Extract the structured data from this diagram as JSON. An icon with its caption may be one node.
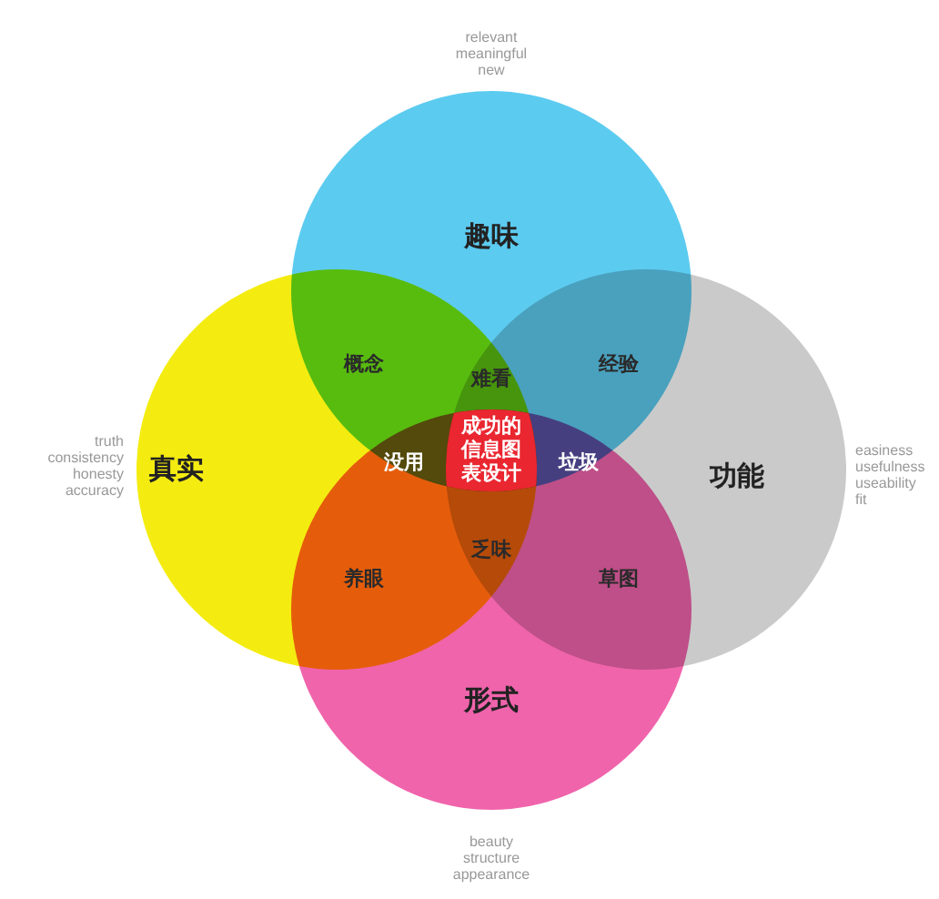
{
  "diagram": {
    "nodes": [
      {
        "text": [
          "趣味"
        ],
        "beside": [
          "relevant",
          "meaningful",
          "new"
        ]
      },
      {
        "text": [
          "真实"
        ],
        "beside": [
          "truth",
          "consistency",
          "honesty",
          "accuracy"
        ]
      },
      {
        "text": [
          "功能"
        ],
        "beside": [
          "easiness",
          "usefulness",
          "useability",
          "fit"
        ]
      },
      {
        "text": [
          "形式"
        ],
        "beside": [
          "beauty",
          "structure",
          "appearance"
        ]
      }
    ],
    "edges": [],
    "labels": [
      "概念",
      "经验",
      "难看",
      "没用",
      "成功的信息图表设计",
      "垃圾",
      "乏味",
      "养眼",
      "草图"
    ]
  }
}
